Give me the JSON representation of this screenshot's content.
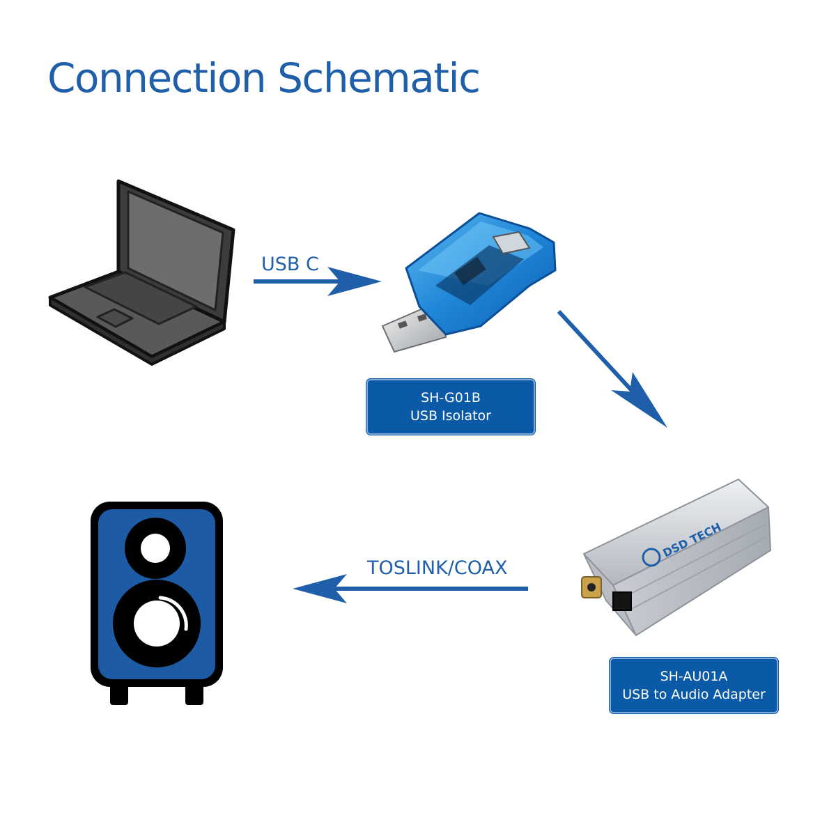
{
  "title": "Connection Schematic",
  "connections": [
    {
      "id": "usb-c",
      "label": "USB C"
    },
    {
      "id": "toslink-coax",
      "label": "TOSLINK/COAX"
    }
  ],
  "devices": {
    "isolator": {
      "model": "SH-G01B",
      "name": "USB Isolator"
    },
    "adapter": {
      "model": "SH-AU01A",
      "name": "USB to Audio Adapter",
      "brand_mark": "DSD TECH"
    }
  },
  "icons": [
    "laptop-icon",
    "usb-isolator-image",
    "audio-adapter-image",
    "speaker-icon",
    "arrow-right-icon",
    "arrow-down-right-icon",
    "arrow-left-icon"
  ],
  "colors": {
    "accent": "#1f5fa9",
    "label_fill": "#0b5aa8",
    "speaker_blue": "#1d5ca5",
    "laptop_gray": "#5a5a5a"
  }
}
